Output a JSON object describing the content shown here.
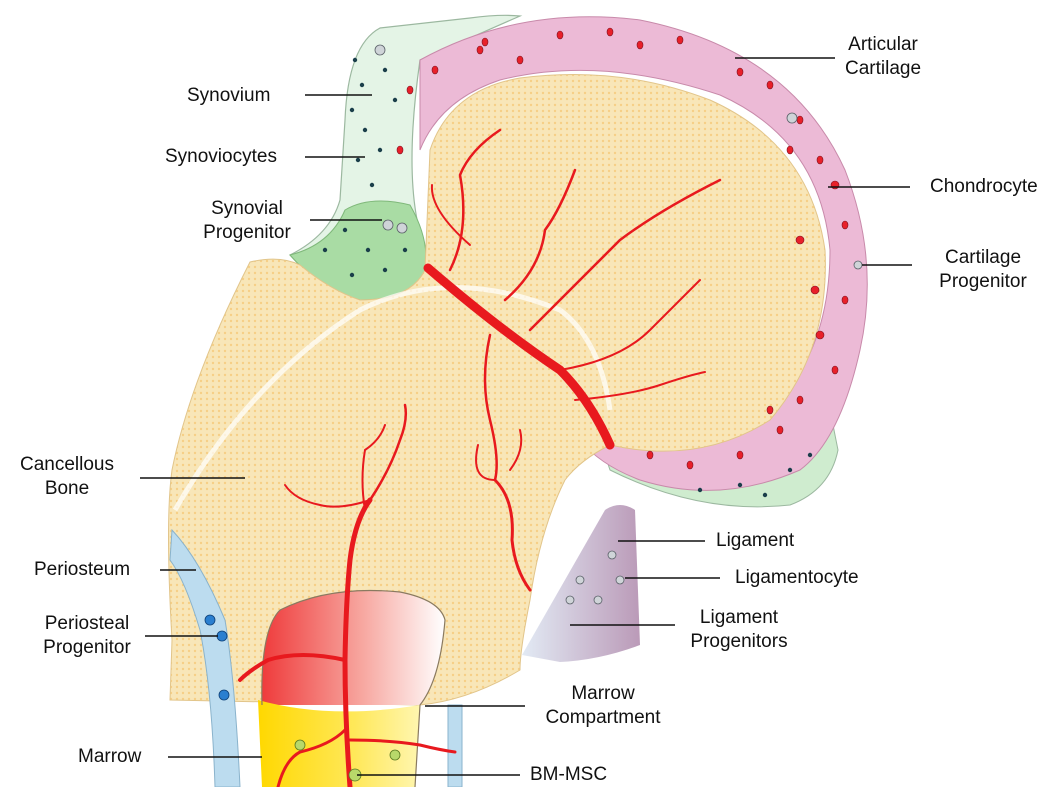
{
  "colors": {
    "bone": "#f7e3b0",
    "bone_dots": "#fbd88f",
    "cartilage": "#ecb9d6",
    "synovium": "#d9f0dc",
    "synovial_region": "#a8dca0",
    "vessel": "#e8191e",
    "periosteum": "#b9d8ea",
    "marrow_yellow": "#ffe21a",
    "marrow_red": "#f3504a",
    "leader": "#111111"
  },
  "labels": {
    "articular_cartilage": "Articular\nCartilage",
    "synovium": "Synovium",
    "synoviocytes": "Synoviocytes",
    "synovial_progenitor": "Synovial\nProgenitor",
    "chondrocyte": "Chondrocyte",
    "cartilage_progenitor": "Cartilage\nProgenitor",
    "cancellous_bone": "Cancellous\nBone",
    "periosteum": "Periosteum",
    "periosteal_progenitor": "Periosteal\nProgenitor",
    "ligament": "Ligament",
    "ligamentocyte": "Ligamentocyte",
    "ligament_progenitors": "Ligament\nProgenitors",
    "marrow_compartment": "Marrow\nCompartment",
    "marrow": "Marrow",
    "bm_msc": "BM-MSC"
  }
}
